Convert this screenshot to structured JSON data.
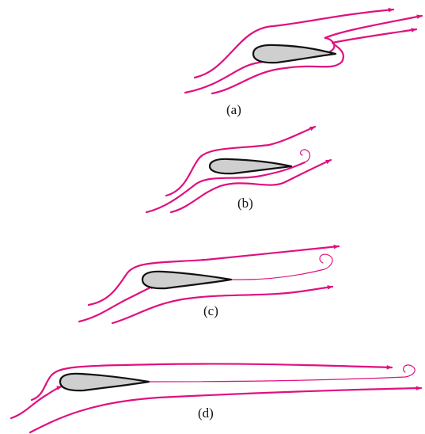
{
  "panels": [
    {
      "id": "a",
      "label": "(a)"
    },
    {
      "id": "b",
      "label": "(b)"
    },
    {
      "id": "c",
      "label": "(c)"
    },
    {
      "id": "d",
      "label": "(d)"
    }
  ],
  "colors": {
    "streamline": "#e0107f",
    "airfoil_fill": "#cfcfcf",
    "airfoil_outline": "#111111"
  }
}
